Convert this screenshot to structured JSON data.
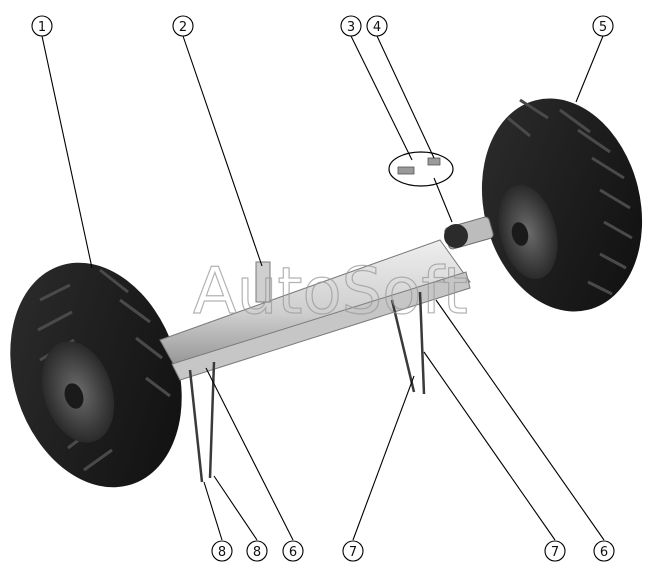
{
  "watermark": "AutoSoft",
  "callouts": [
    {
      "label": "1"
    },
    {
      "label": "2"
    },
    {
      "label": "3"
    },
    {
      "label": "4"
    },
    {
      "label": "5"
    },
    {
      "label": "8"
    },
    {
      "label": "8"
    },
    {
      "label": "6"
    },
    {
      "label": "7"
    },
    {
      "label": "7"
    },
    {
      "label": "6"
    }
  ],
  "colors": {
    "tire": "#1c1c1c",
    "tread": "#3a3a3a",
    "rim": "#5a5a5a",
    "frame": "#d2d2d2",
    "frame_dark": "#9c9c9c",
    "leader": "#000000"
  }
}
